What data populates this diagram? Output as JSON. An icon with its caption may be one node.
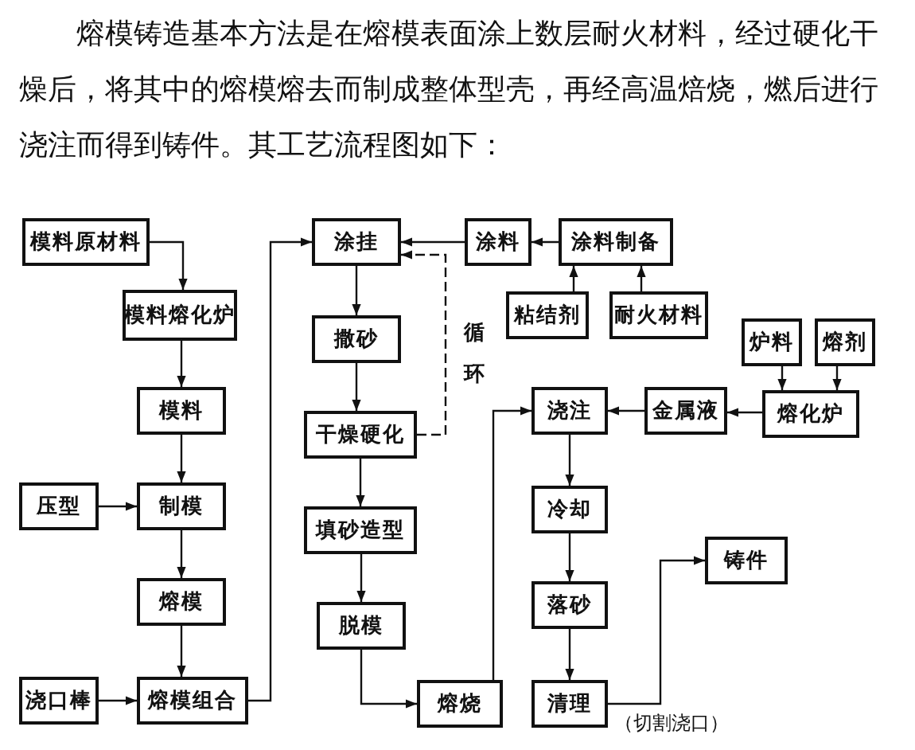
{
  "diagram": {
    "nodes": [
      {
        "text": [
          "模料原材料"
        ]
      },
      {
        "text": [
          "模料熔化炉"
        ]
      },
      {
        "text": [
          "模料"
        ]
      },
      {
        "text": [
          "压型"
        ]
      },
      {
        "text": [
          "制模"
        ]
      },
      {
        "text": [
          "熔模"
        ]
      },
      {
        "text": [
          "浇口棒"
        ]
      },
      {
        "text": [
          "熔模组合"
        ]
      },
      {
        "text": [
          "涂挂"
        ]
      },
      {
        "text": [
          "涂料"
        ]
      },
      {
        "text": [
          "涂料制备"
        ]
      },
      {
        "text": [
          "粘结剂"
        ]
      },
      {
        "text": [
          "耐火材料"
        ]
      },
      {
        "text": [
          "撒砂"
        ]
      },
      {
        "text": [
          "干燥硬化"
        ]
      },
      {
        "text": [
          "填砂造型"
        ]
      },
      {
        "text": [
          "脱模"
        ]
      },
      {
        "text": [
          "熔烧"
        ]
      },
      {
        "text": [
          "浇注"
        ]
      },
      {
        "text": [
          "金属液"
        ]
      },
      {
        "text": [
          "熔化炉"
        ]
      },
      {
        "text": [
          "炉料"
        ]
      },
      {
        "text": [
          "熔剂"
        ]
      },
      {
        "text": [
          "冷却"
        ]
      },
      {
        "text": [
          "落砂"
        ]
      },
      {
        "text": [
          "清理"
        ],
        "beside": [
          "（切割浇口）"
        ]
      },
      {
        "text": [
          "铸件"
        ]
      }
    ],
    "edges": [
      {
        "from": 0,
        "to": 1,
        "arrow": "to"
      },
      {
        "from": 1,
        "to": 2,
        "arrow": "to"
      },
      {
        "from": 2,
        "to": 4,
        "arrow": "to"
      },
      {
        "from": 3,
        "to": 4,
        "arrow": "to"
      },
      {
        "from": 4,
        "to": 5,
        "arrow": "to"
      },
      {
        "from": 5,
        "to": 7,
        "arrow": "to"
      },
      {
        "from": 6,
        "to": 7,
        "arrow": "to"
      },
      {
        "from": 7,
        "to": 8,
        "arrow": "to"
      },
      {
        "from": 10,
        "to": 9,
        "arrow": "to"
      },
      {
        "from": 9,
        "to": 8,
        "arrow": "to"
      },
      {
        "from": 11,
        "to": 10,
        "arrow": "to"
      },
      {
        "from": 12,
        "to": 10,
        "arrow": "to"
      },
      {
        "from": 8,
        "to": 13,
        "arrow": "to"
      },
      {
        "from": 13,
        "to": 14,
        "arrow": "to"
      },
      {
        "from": 14,
        "to": 8,
        "arrow": "to",
        "label": "循环",
        "style": "dashed"
      },
      {
        "from": 14,
        "to": 15,
        "arrow": "to"
      },
      {
        "from": 15,
        "to": 16,
        "arrow": "to"
      },
      {
        "from": 16,
        "to": 17,
        "arrow": "to"
      },
      {
        "from": 17,
        "to": 18,
        "arrow": "to"
      },
      {
        "from": 19,
        "to": 18,
        "arrow": "to"
      },
      {
        "from": 20,
        "to": 19,
        "arrow": "to"
      },
      {
        "from": 21,
        "to": 20,
        "arrow": "to"
      },
      {
        "from": 22,
        "to": 20,
        "arrow": "to"
      },
      {
        "from": 18,
        "to": 23,
        "arrow": "to"
      },
      {
        "from": 23,
        "to": 24,
        "arrow": "to"
      },
      {
        "from": 24,
        "to": 25,
        "arrow": "to"
      },
      {
        "from": 25,
        "to": 26,
        "arrow": "to"
      }
    ],
    "labels": [
      "熔模铸造基本方法是在熔模表面涂上数层耐火材料，经过硬化干燥后，将其中的熔模熔去而制成整体型壳，再经高温焙烧，燃后进行浇注而得到铸件。其工艺流程图如下："
    ]
  }
}
